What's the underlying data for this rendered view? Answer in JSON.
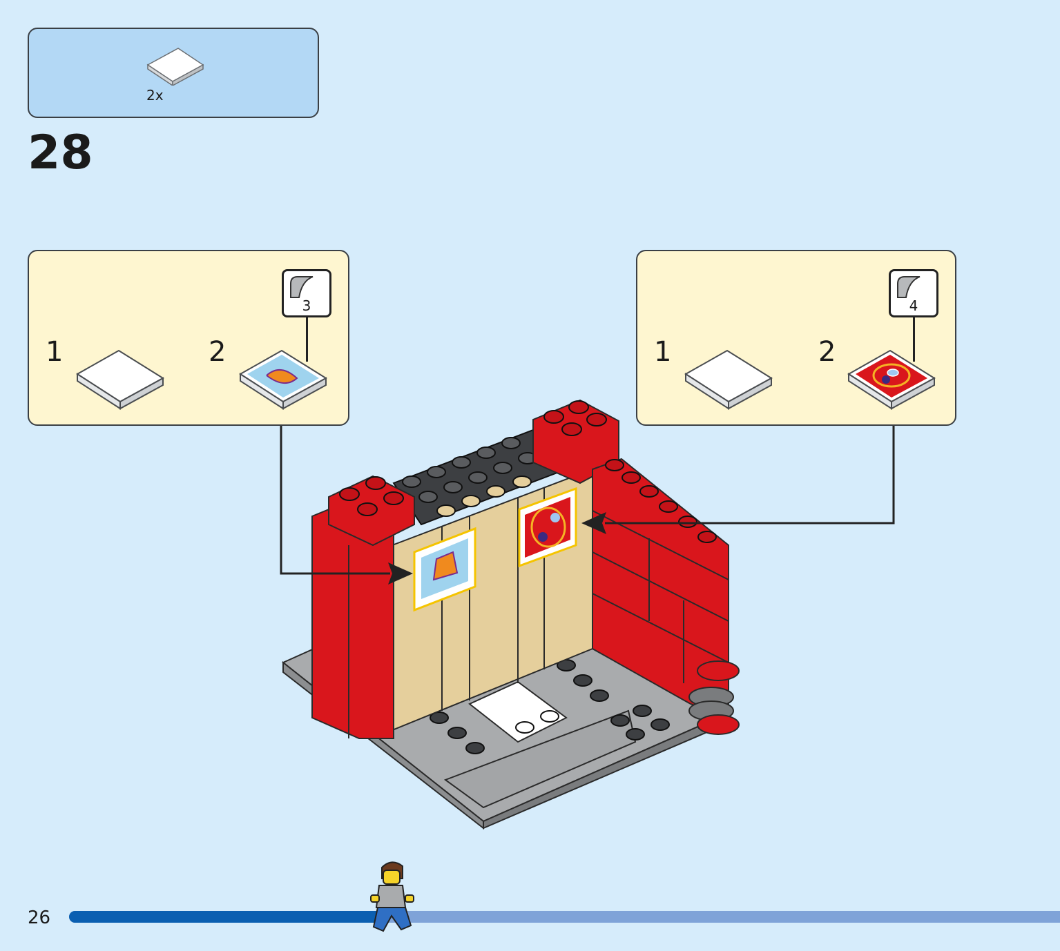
{
  "parts": {
    "quantity": "2x",
    "part_icon": "white-flat-tile-icon"
  },
  "step": {
    "number": "28"
  },
  "substeps_left": {
    "step1": "1",
    "step2": "2",
    "sticker_number": "3"
  },
  "substeps_right": {
    "step1": "1",
    "step2": "2",
    "sticker_number": "4"
  },
  "footer": {
    "page_number": "26",
    "progress": 0.32
  },
  "colors": {
    "background": "#d6ecfb",
    "parts_box": "#b3d8f5",
    "substep_box": "#fef6d0",
    "brick_red": "#d9161c",
    "tan": "#e5cf9c",
    "dark_gray": "#3d3f42",
    "light_gray": "#a9abad",
    "progress_fill": "#0b5fb1",
    "progress_track": "#7fa3d8"
  }
}
